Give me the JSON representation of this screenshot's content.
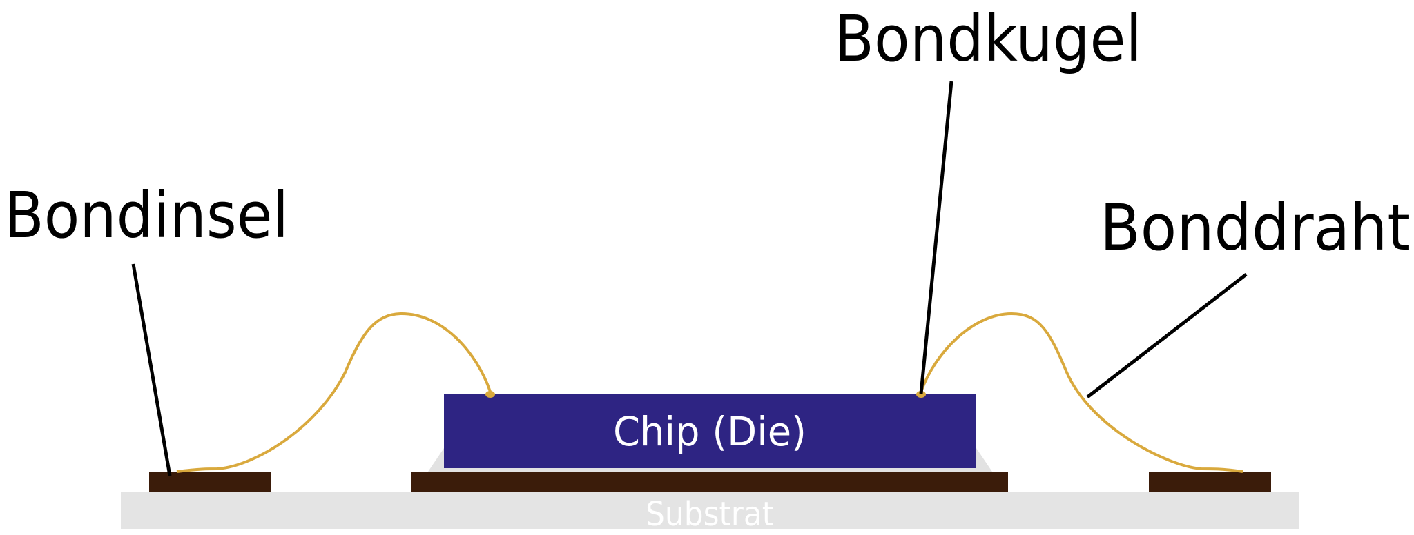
{
  "diagram": {
    "title": "Wire bonding cross-section",
    "labels": {
      "bond_pad": "Bondinsel",
      "bond_ball": "Bondkugel",
      "bond_wire": "Bonddraht",
      "chip": "Chip (Die)",
      "substrate": "Substrat"
    },
    "colors": {
      "background": "#ffffff",
      "substrate": "#e4e4e4",
      "pad": "#3b1c0a",
      "chip": "#2e2483",
      "wire": "#d9a93d",
      "leader": "#000000",
      "fillet": "#e2e2e2"
    }
  }
}
